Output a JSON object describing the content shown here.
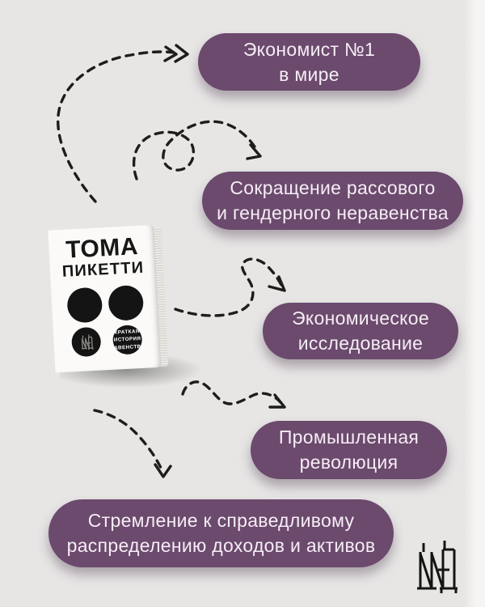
{
  "colors": {
    "background": "#e7e6e5",
    "bubble_fill": "#6b4a6d",
    "bubble_text": "#f6edf5",
    "arrow": "#1d1d1b",
    "book_cover": "#fbfaf8",
    "book_ink": "#141414",
    "logo_ink": "#151515"
  },
  "bubbles": [
    {
      "lines": [
        "Экономист №1",
        "в мире"
      ]
    },
    {
      "lines": [
        "Сокращение рассового",
        "и гендерного неравенства"
      ]
    },
    {
      "lines": [
        "Экономическое",
        "исследование"
      ]
    },
    {
      "lines": [
        "Промышленная",
        "революция"
      ]
    },
    {
      "lines": [
        "Стремление к справедливому",
        "распределению доходов и активов"
      ]
    }
  ],
  "book": {
    "author_line_1": "ТОМА",
    "author_line_2": "ПИКЕТТИ",
    "subtitle_lines": [
      "КРАТКАЯ",
      "ИСТОРИЯ",
      "РАВЕНСТВА"
    ]
  },
  "icons": {
    "dashed-arrow-icon": "hand-drawn dashed curved arrow with chevron head",
    "publisher-logo-icon": "black angular book-monogram mark",
    "publisher-mark-mini-icon": "gray monogram inside book cover circle",
    "book-circle-icon": "solid black circle"
  }
}
